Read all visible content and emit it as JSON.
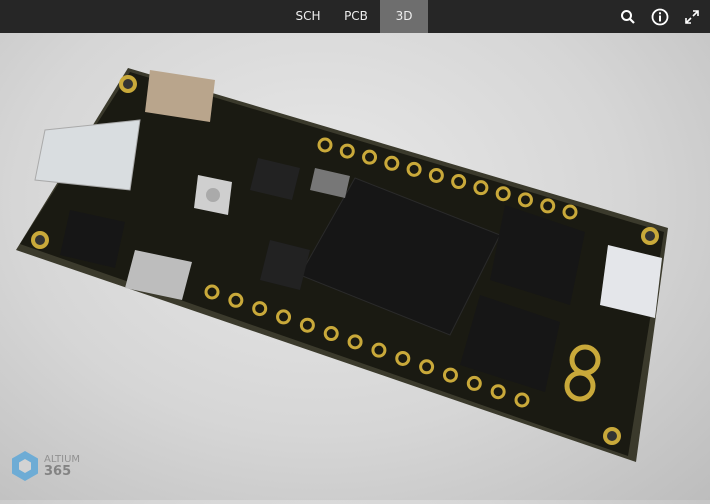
{
  "tabs": [
    {
      "label": "SCH",
      "active": false
    },
    {
      "label": "PCB",
      "active": false
    },
    {
      "label": "3D",
      "active": true
    }
  ],
  "toolbar_icons": [
    "search-icon",
    "info-icon",
    "fullscreen-icon"
  ],
  "logo": {
    "brand": "ALTIUM",
    "product": "365"
  },
  "colors": {
    "topbar": "#262626",
    "active_tab": "#6e6e6e",
    "board": "#1a1a12",
    "pad": "#c9a93a"
  }
}
